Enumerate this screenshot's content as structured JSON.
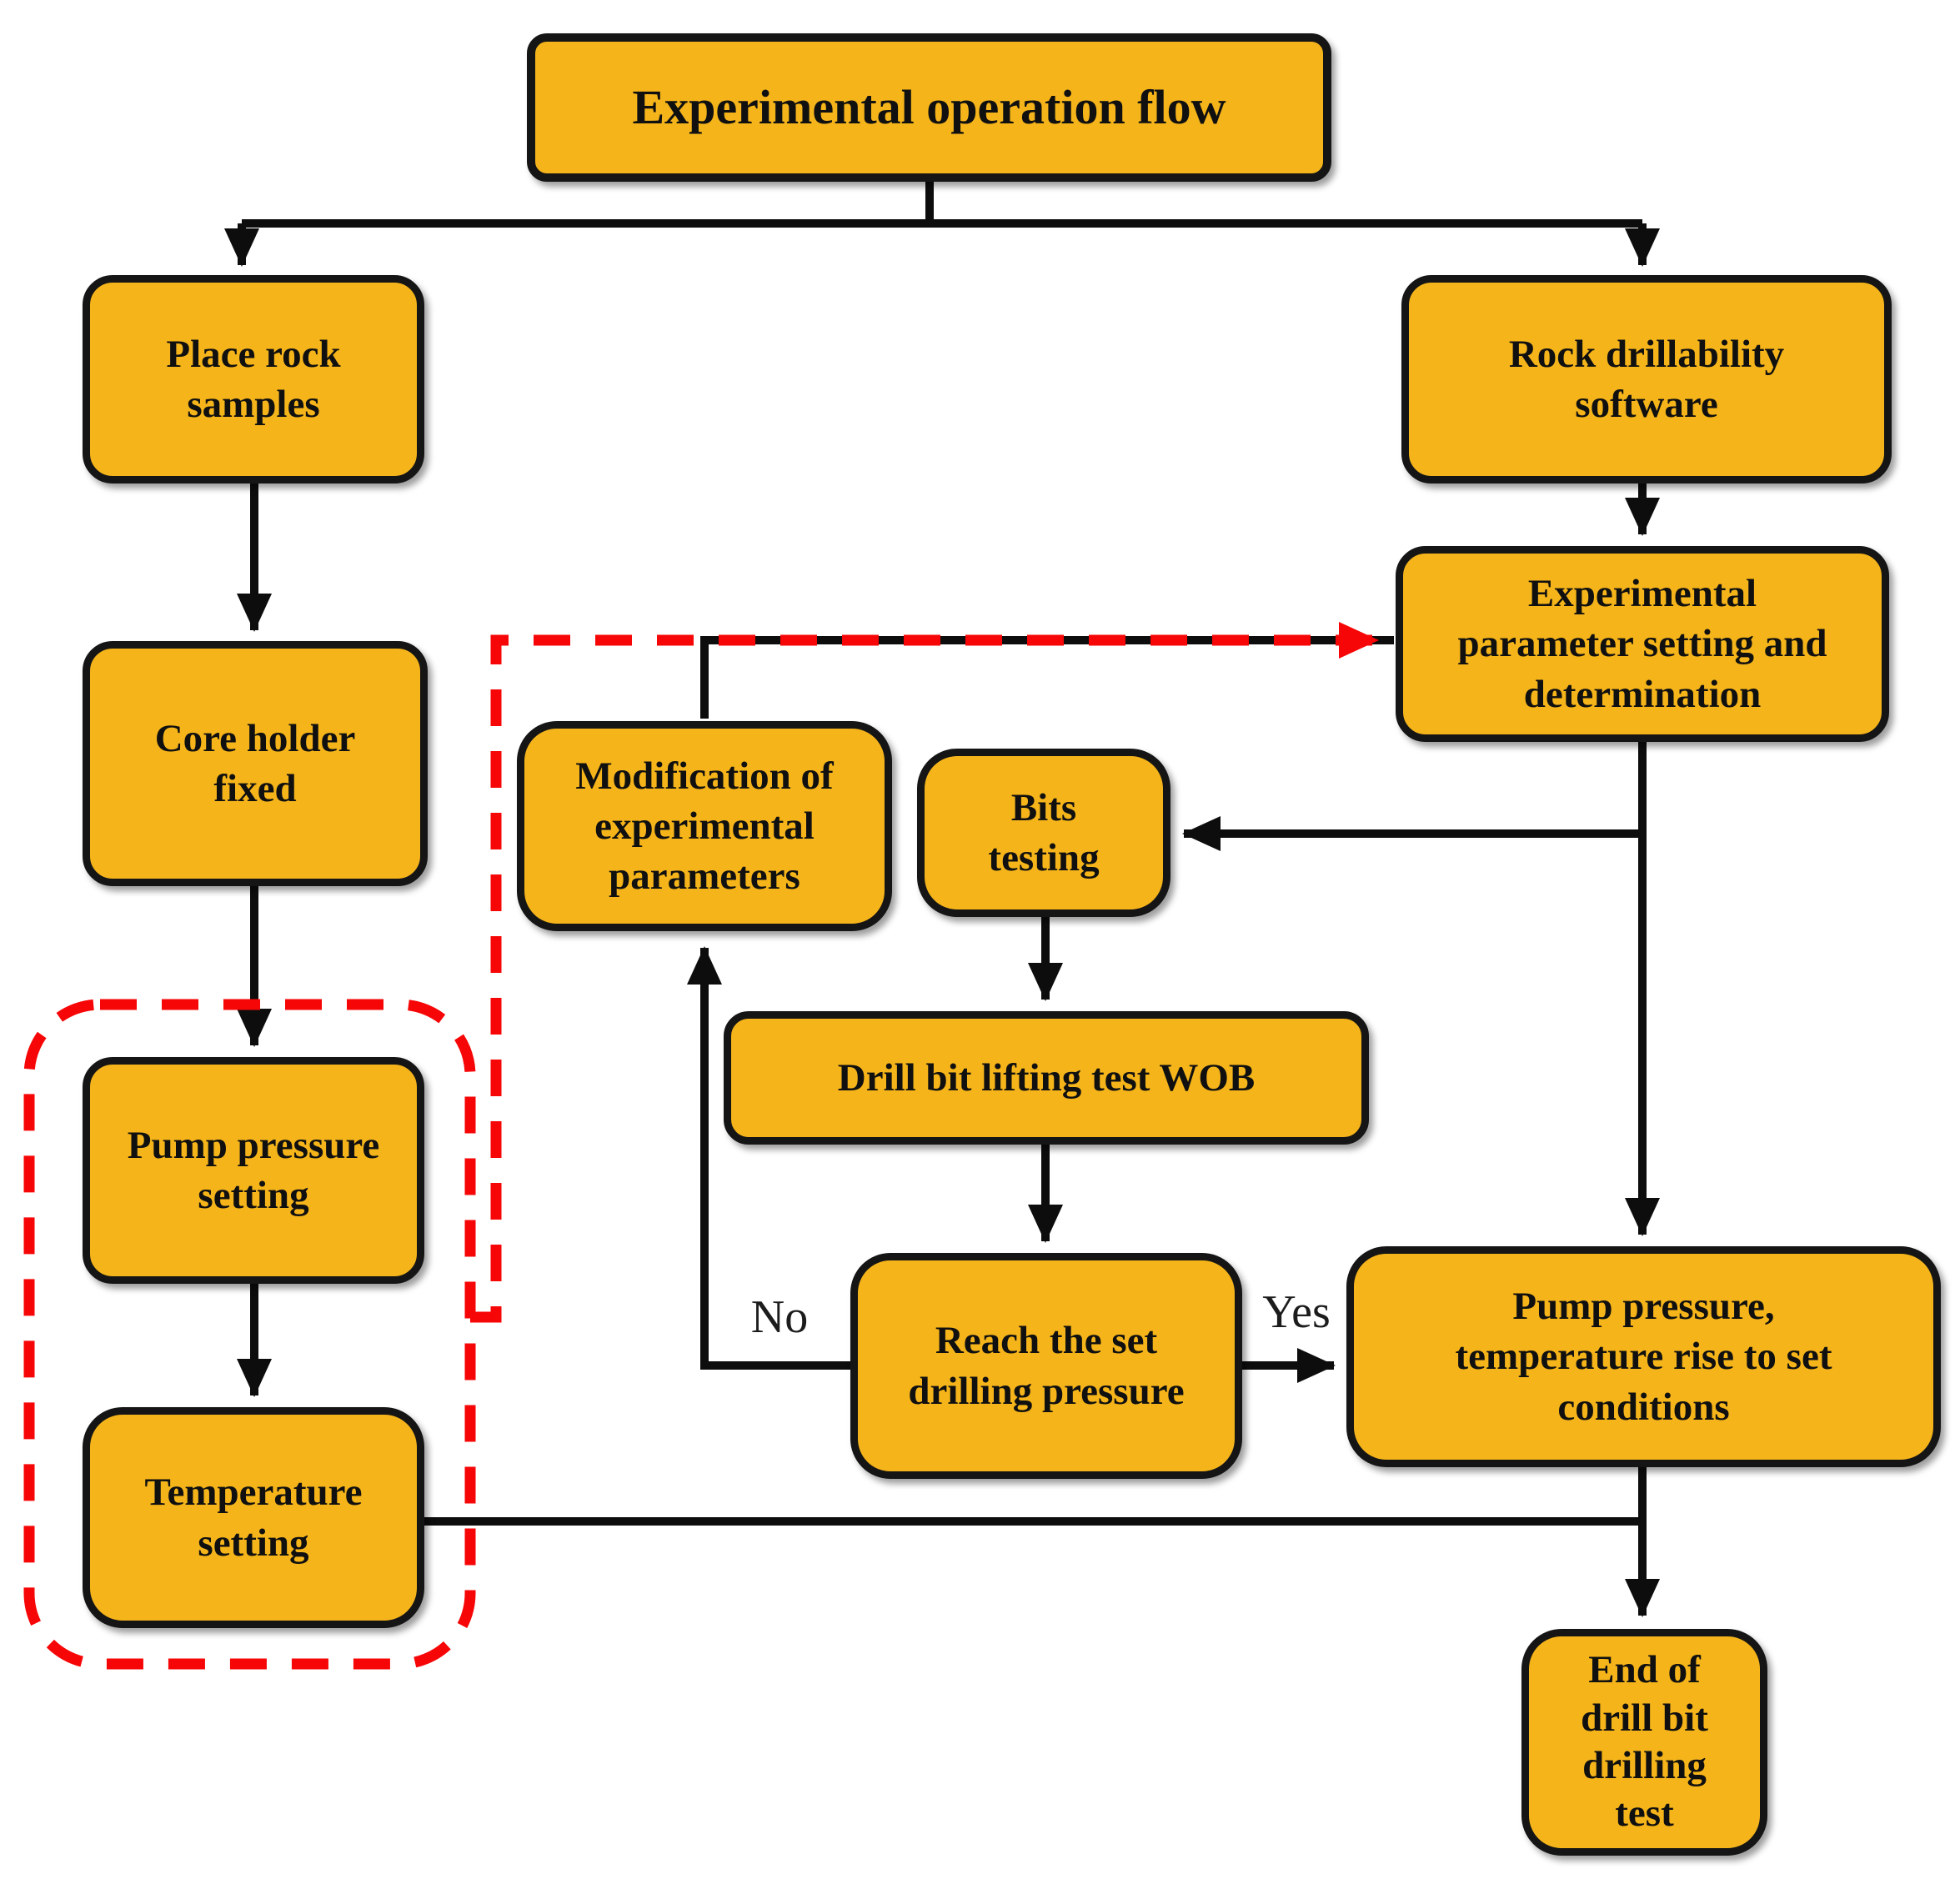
{
  "diagram": {
    "title": "Experimental operation flow",
    "nodes": {
      "title": {
        "label": "Experimental operation flow"
      },
      "place_rock": {
        "label": "Place rock\nsamples"
      },
      "rock_software": {
        "label": "Rock drillability\nsoftware"
      },
      "core_holder": {
        "label": "Core holder\nfixed"
      },
      "exp_param": {
        "label": "Experimental\nparameter setting and\ndetermination"
      },
      "modification": {
        "label": "Modification of\nexperimental\nparameters"
      },
      "bits_testing": {
        "label": "Bits\ntesting"
      },
      "wob": {
        "label": "Drill bit lifting test WOB"
      },
      "pump_setting": {
        "label": "Pump pressure\nsetting"
      },
      "reach": {
        "label": "Reach the set\ndrilling pressure"
      },
      "pump_temp": {
        "label": "Pump pressure,\ntemperature rise to set\nconditions"
      },
      "temp_setting": {
        "label": "Temperature\nsetting"
      },
      "end": {
        "label": "End of\ndrill bit\ndrilling\ntest"
      }
    },
    "edge_labels": {
      "no": "No",
      "yes": "Yes"
    },
    "colors": {
      "node_fill": "#f5b41a",
      "node_border": "#151515",
      "connector": "#0d0d0d",
      "highlight_red": "#f60606",
      "background": "#ffffff"
    }
  }
}
